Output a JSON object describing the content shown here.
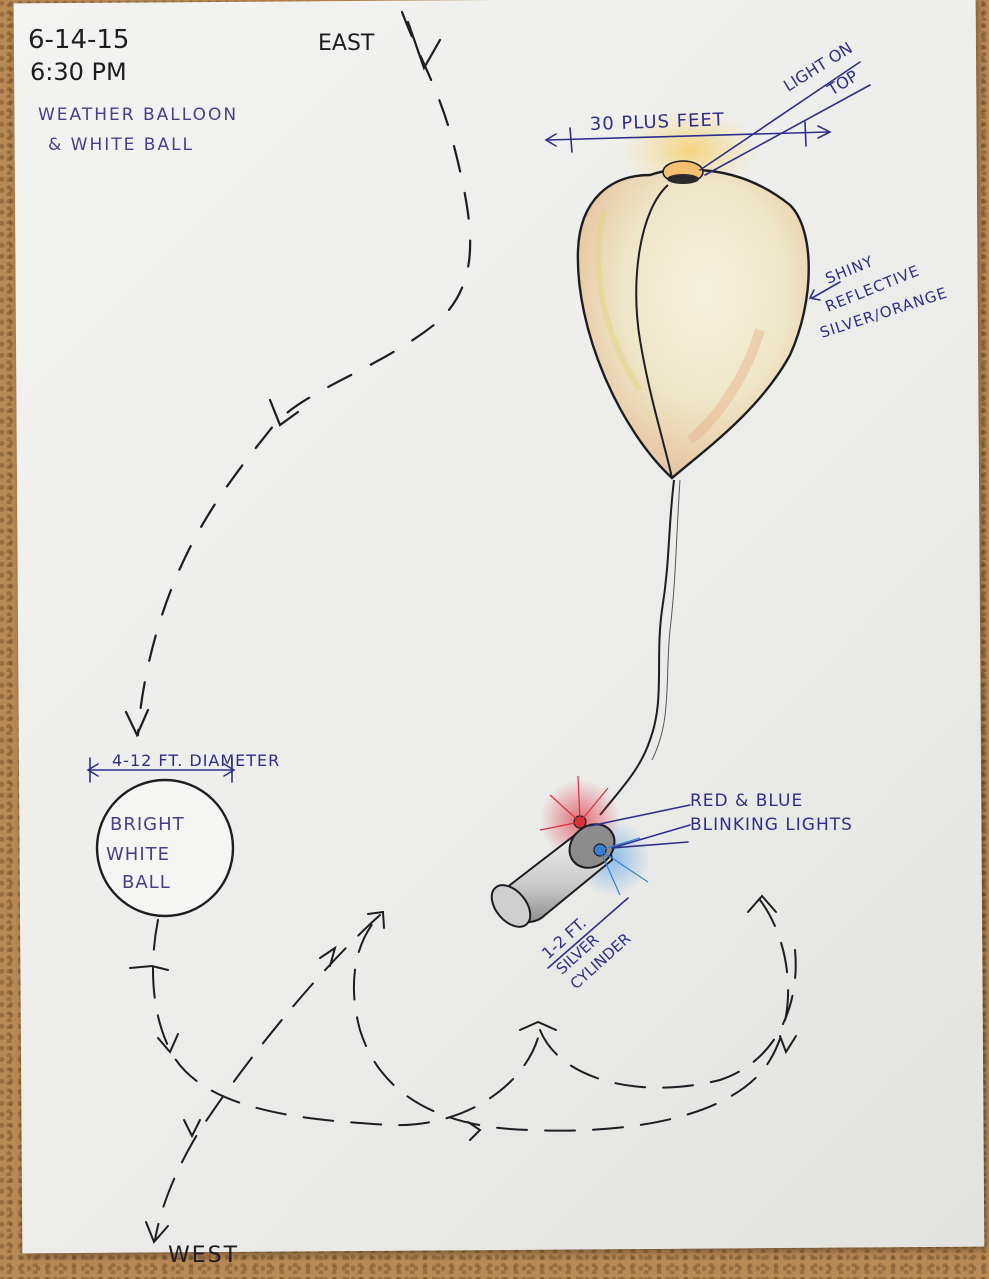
{
  "header": {
    "date": "6-14-15",
    "time": "6:30 PM",
    "title_line1": "WEATHER BALLOON",
    "title_line2": "& WHITE BALL"
  },
  "directions": {
    "east": "EAST",
    "west": "WEST"
  },
  "balloon": {
    "width_label": "30 PLUS FEET",
    "light_label_line1": "LIGHT ON",
    "light_label_line2": "TOP",
    "surface_line1": "SHINY",
    "surface_line2": "REFLECTIVE",
    "surface_line3": "SILVER/ORANGE"
  },
  "lights": {
    "label_line1": "RED & BLUE",
    "label_line2": "BLINKING LIGHTS"
  },
  "cylinder": {
    "size_label": "1-2 FT.",
    "label_line1": "SILVER",
    "label_line2": "CYLINDER"
  },
  "ball": {
    "diameter_label": "4-12 FT. DIAMETER",
    "label_line1": "BRIGHT",
    "label_line2": "WHITE",
    "label_line3": "BALL"
  },
  "colors": {
    "ink": "#1d1d22",
    "annotation_ink": "#2f2f8a",
    "title_ink": "#4a3c8c",
    "red_light": "#d9303a",
    "blue_light": "#3a7fd0"
  }
}
